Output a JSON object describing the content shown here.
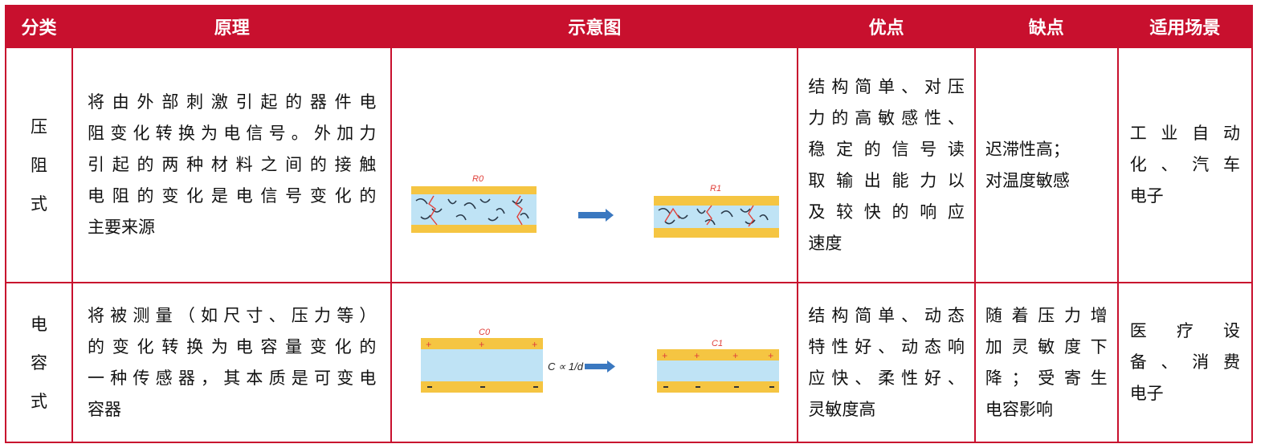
{
  "headers": [
    "分类",
    "原理",
    "示意图",
    "优点",
    "缺点",
    "适用场景"
  ],
  "rows": [
    {
      "category": [
        "压",
        "阻",
        "式"
      ],
      "principle": [
        "将由外部刺激引起的器件电",
        "阻变化转换为电信号。外加力",
        "引起的两种材料之间的接触",
        "电阻的变化是电信号变化的",
        "主要来源"
      ],
      "diagram": {
        "before": "R0",
        "after": "R1"
      },
      "advantages": [
        "结构简单、对压",
        "力的高敏感性、",
        "稳定的信号读",
        "取输出能力以",
        "及较快的响应",
        "速度"
      ],
      "disadvantages": [
        "迟滞性高；",
        "对温度敏感"
      ],
      "scenarios": [
        "工业自动",
        "化、汽车",
        "电子"
      ]
    },
    {
      "category": [
        "电",
        "容",
        "式"
      ],
      "principle": [
        "将被测量（如尺寸、压力等）",
        "的变化转换为电容量变化的",
        "一种传感器，其本质是可变电",
        "容器"
      ],
      "diagram": {
        "before": "C0",
        "after": "C1",
        "formula": "C ∝ 1/d"
      },
      "advantages": [
        "结构简单、动态",
        "特性好、动态响",
        "应快、柔性好、",
        "灵敏度高"
      ],
      "disadvantages": [
        "随着压力增",
        "加灵敏度下",
        "降；受寄生",
        "电容影响"
      ],
      "scenarios": [
        "医疗设",
        "备、消费",
        "电子"
      ]
    }
  ],
  "colors": {
    "header": "#c8102e",
    "electrode": "#f5c542",
    "dielectric": "#bfe3f5",
    "arrow": "#3a78c0"
  }
}
